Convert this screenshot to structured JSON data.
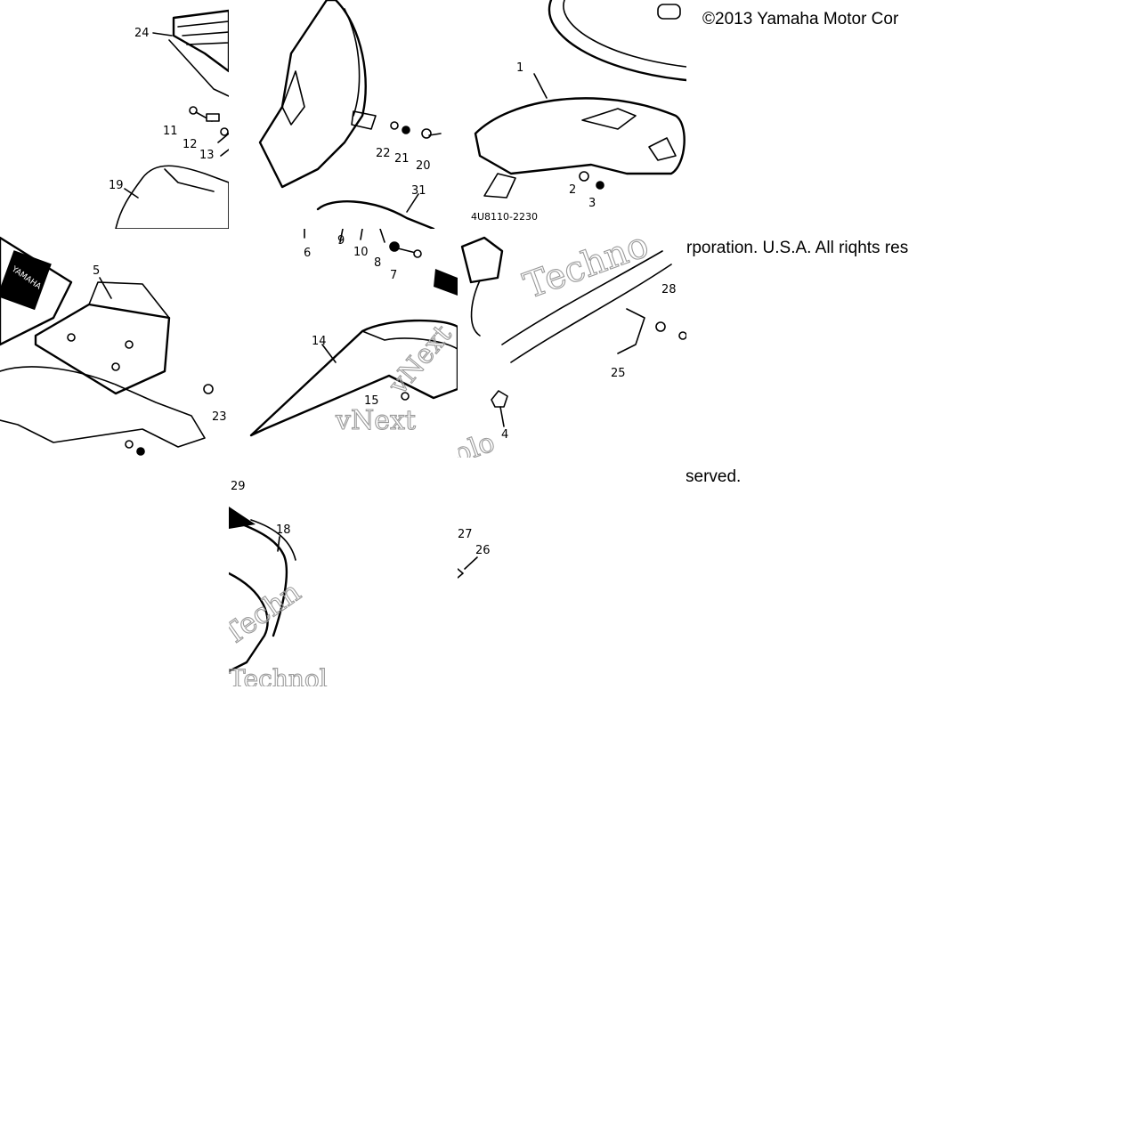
{
  "copyright": {
    "line1": "©2013 Yamaha Motor Cor",
    "line2": "rporation. U.S.A. All riqhts res",
    "line3": "served."
  },
  "watermark": {
    "word1": "Techno",
    "word2": "vNext",
    "word3": "Techn",
    "word4": "Technol",
    "word5": "vNext",
    "word6": "olo"
  },
  "diagram": {
    "part_code": "4U8110-2230",
    "callouts": {
      "p1": "1",
      "p2": "2",
      "p3": "3",
      "p4": "4",
      "p5": "5",
      "p6": "6",
      "p7": "7",
      "p8": "8",
      "p9": "9",
      "p10": "10",
      "p11": "11",
      "p12": "12",
      "p13": "13",
      "p14": "14",
      "p15": "15",
      "p18": "18",
      "p19": "19",
      "p20": "20",
      "p21": "21",
      "p22": "22",
      "p23": "23",
      "p24": "24",
      "p25": "25",
      "p26": "26",
      "p27": "27",
      "p28": "28",
      "p29": "29",
      "p31": "31"
    }
  }
}
